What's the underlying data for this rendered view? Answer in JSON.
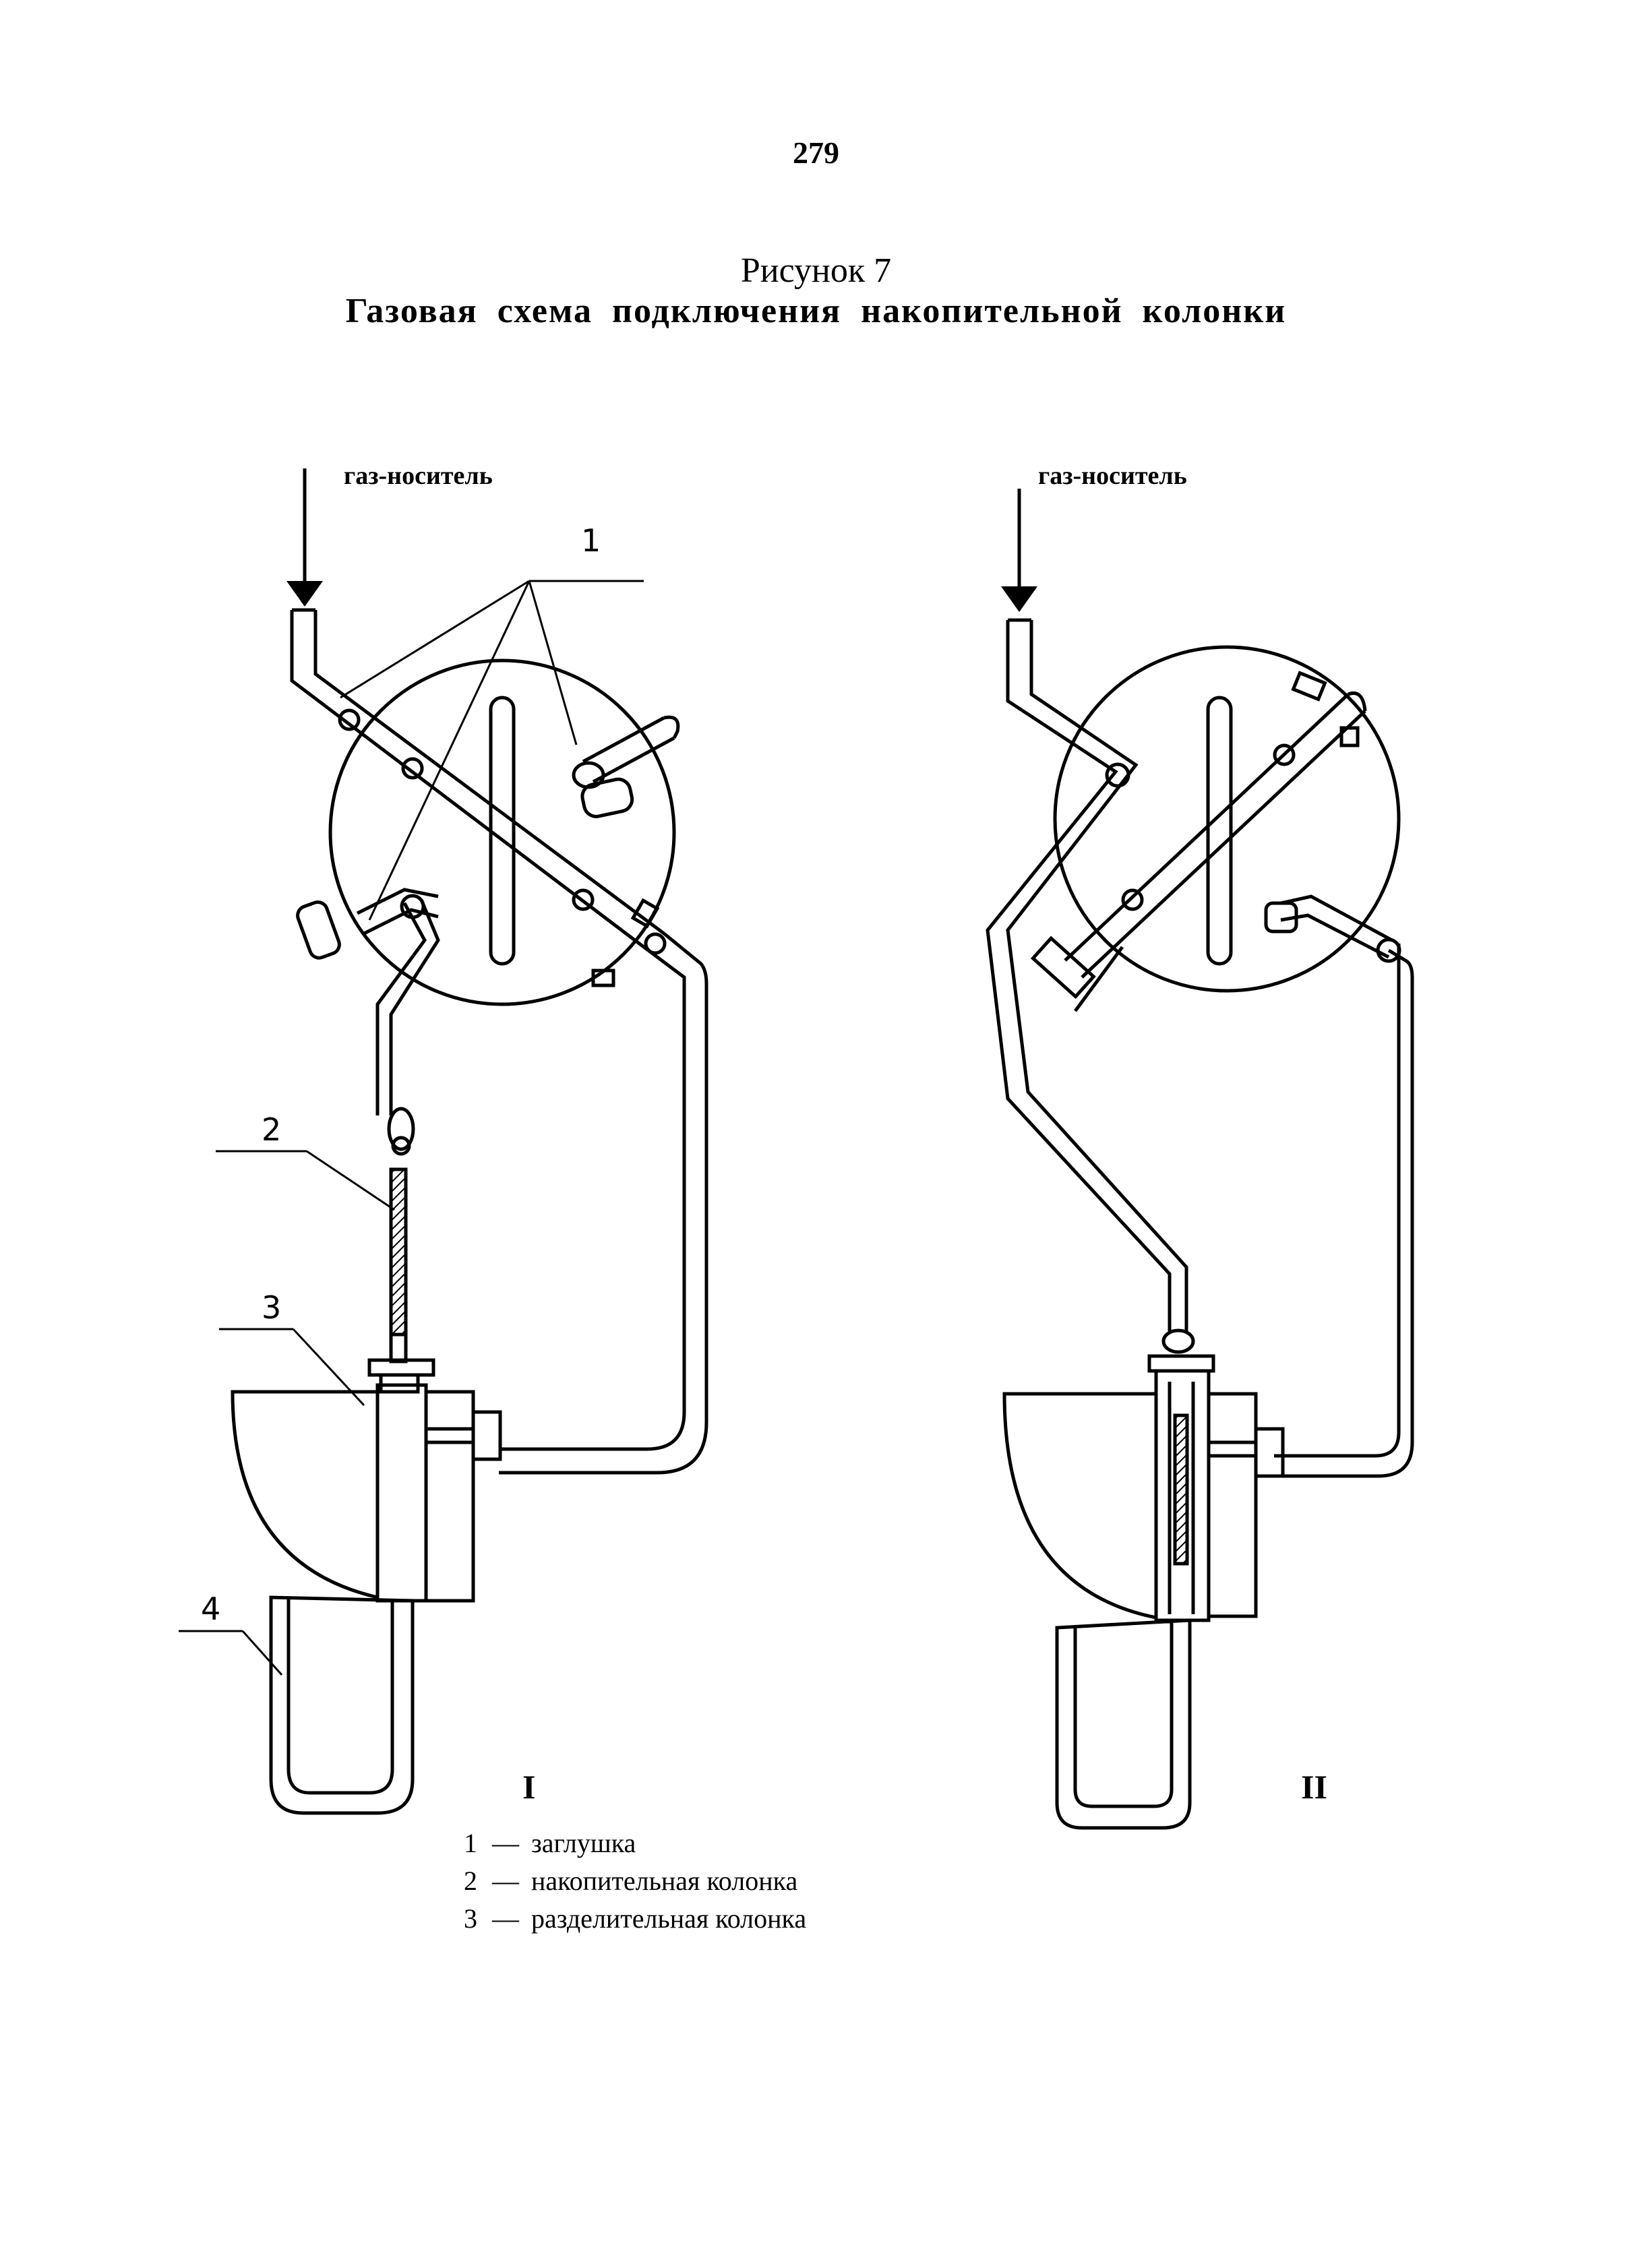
{
  "page": {
    "number": "279"
  },
  "figure": {
    "title": "Рисунок 7",
    "subtitle": "Газовая схема подключения накопительной колонки"
  },
  "diagram": {
    "left": {
      "gas_label": "газ-носитель",
      "scheme_label": "I",
      "callouts": [
        "1",
        "2",
        "3",
        "4"
      ]
    },
    "right": {
      "gas_label": "газ-носитель",
      "scheme_label": "II"
    }
  },
  "legend": {
    "dash": "—",
    "items": [
      {
        "num": "1",
        "text": "заглушка"
      },
      {
        "num": "2",
        "text": "накопительная колонка"
      },
      {
        "num": "3",
        "text": "разделительная колонка"
      }
    ]
  }
}
